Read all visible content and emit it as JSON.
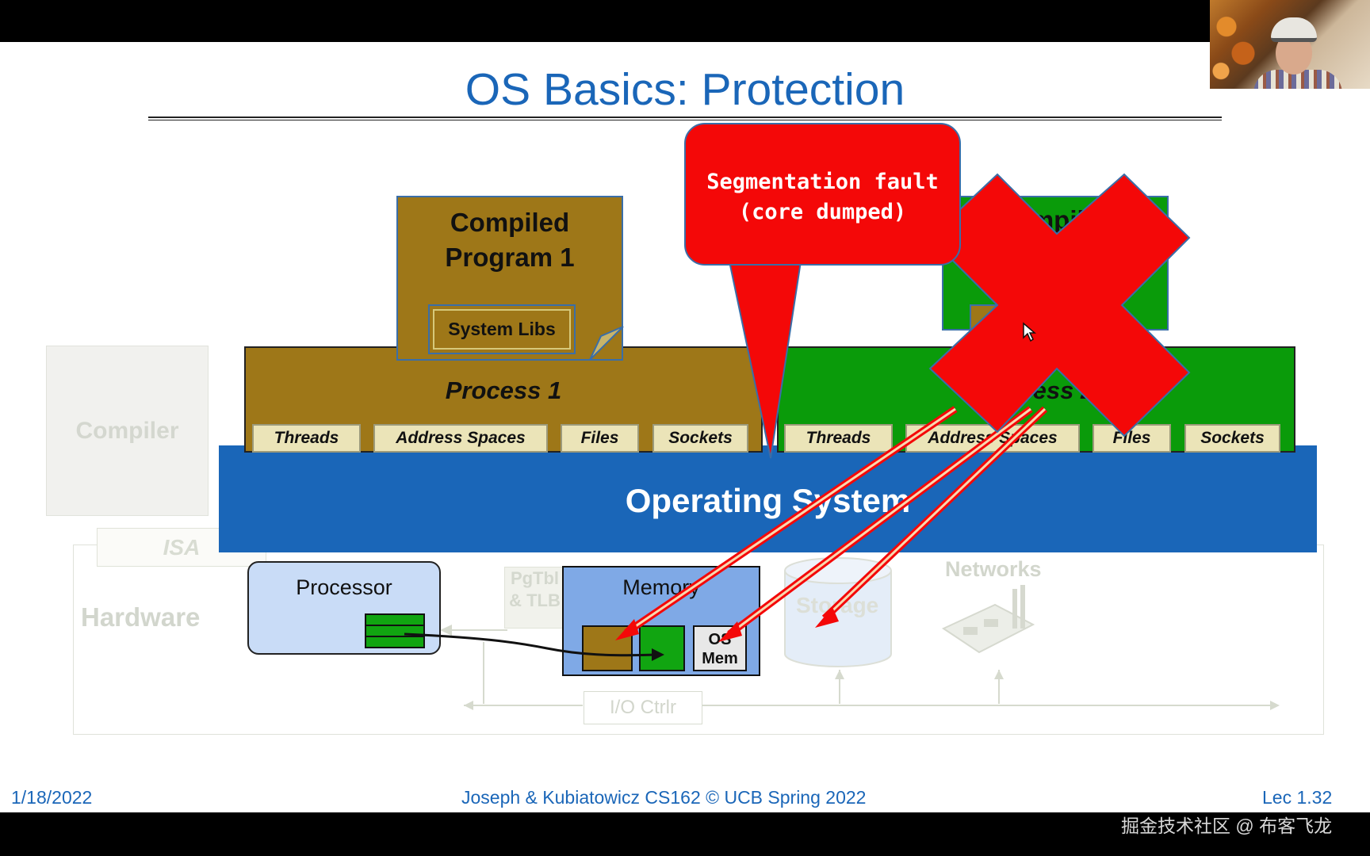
{
  "slide": {
    "title": "OS Basics: Protection",
    "compiler_label": "Compiler",
    "isa_label": "ISA",
    "hardware_label": "Hardware",
    "process1": {
      "label": "Process 1",
      "tabs": [
        "Threads",
        "Address Spaces",
        "Files",
        "Sockets"
      ]
    },
    "process2": {
      "label": "Process 2",
      "tabs": [
        "Threads",
        "Address Spaces",
        "Files",
        "Sockets"
      ]
    },
    "program1": {
      "title_line1": "Compiled",
      "title_line2": "Program 1",
      "libs_label": "System Libs"
    },
    "program2": {
      "title": "Compiled Program 2"
    },
    "os_label": "Operating System",
    "processor_label": "Processor",
    "memory": {
      "label": "Memory",
      "os_mem_line1": "OS",
      "os_mem_line2": "Mem"
    },
    "pgtbl_label_line1": "PgTbl",
    "pgtbl_label_line2": "& TLB",
    "storage_label": "Storage",
    "networks_label": "Networks",
    "io_ctrl_label": "I/O Ctrlr",
    "error_bubble": {
      "line1": "Segmentation fault",
      "line2": "(core dumped)"
    },
    "footer": {
      "date": "1/18/2022",
      "credit": "Joseph & Kubiatowicz CS162 © UCB Spring 2022",
      "lecture": "Lec 1.32"
    }
  },
  "watermark": "掘金技术社区 @ 布客飞龙",
  "colors": {
    "title_blue": "#1a66b8",
    "process1_brown": "#9e7718",
    "process2_green": "#0a9b0a",
    "os_blue": "#1a66b8",
    "error_red": "#f40808"
  },
  "icons": [
    "red-x-icon",
    "mouse-cursor-icon",
    "network-card-icon",
    "storage-cylinder-icon"
  ]
}
